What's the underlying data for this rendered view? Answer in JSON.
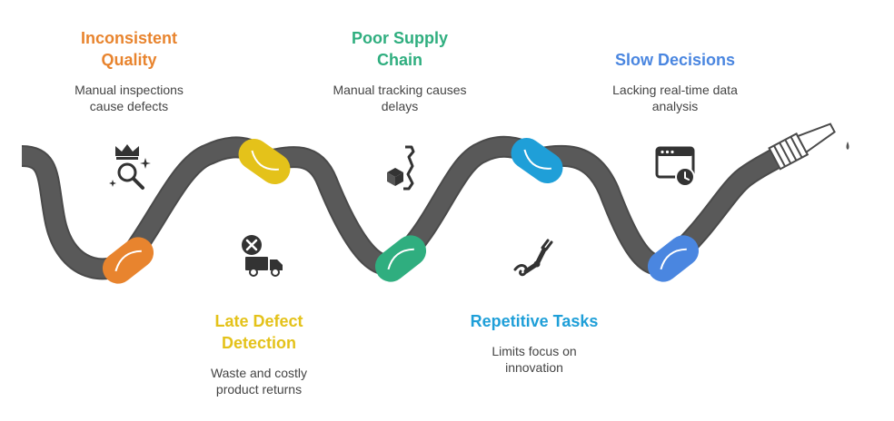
{
  "colors": {
    "hose": "#595959",
    "orange": "#E8842E",
    "yellow": "#E4C21A",
    "green": "#2FAE7F",
    "cyan": "#1F9FD8",
    "blue": "#4A86E0",
    "icon": "#333333",
    "text": "#444444"
  },
  "items": [
    {
      "title": "Inconsistent Quality",
      "title_lines": [
        "Inconsistent",
        "Quality"
      ],
      "desc_lines": [
        "Manual inspections",
        "cause defects"
      ],
      "color": "orange",
      "icon": "crown-magnifier-icon"
    },
    {
      "title": "Late Defect Detection",
      "title_lines": [
        "Late Defect",
        "Detection"
      ],
      "desc_lines": [
        "Waste and costly",
        "product returns"
      ],
      "color": "yellow",
      "icon": "rejected-truck-icon"
    },
    {
      "title": "Poor Supply Chain",
      "title_lines": [
        "Poor Supply",
        "Chain"
      ],
      "desc_lines": [
        "Manual tracking causes",
        "delays"
      ],
      "color": "green",
      "icon": "hand-truck-icon"
    },
    {
      "title": "Repetitive Tasks",
      "title_lines": [
        "Repetitive Tasks"
      ],
      "desc_lines": [
        "Limits focus on",
        "innovation"
      ],
      "color": "cyan",
      "icon": "robot-arm-icon"
    },
    {
      "title": "Slow Decisions",
      "title_lines": [
        "Slow Decisions"
      ],
      "desc_lines": [
        "Lacking real-time data",
        "analysis"
      ],
      "color": "blue",
      "icon": "browser-timer-icon"
    }
  ]
}
